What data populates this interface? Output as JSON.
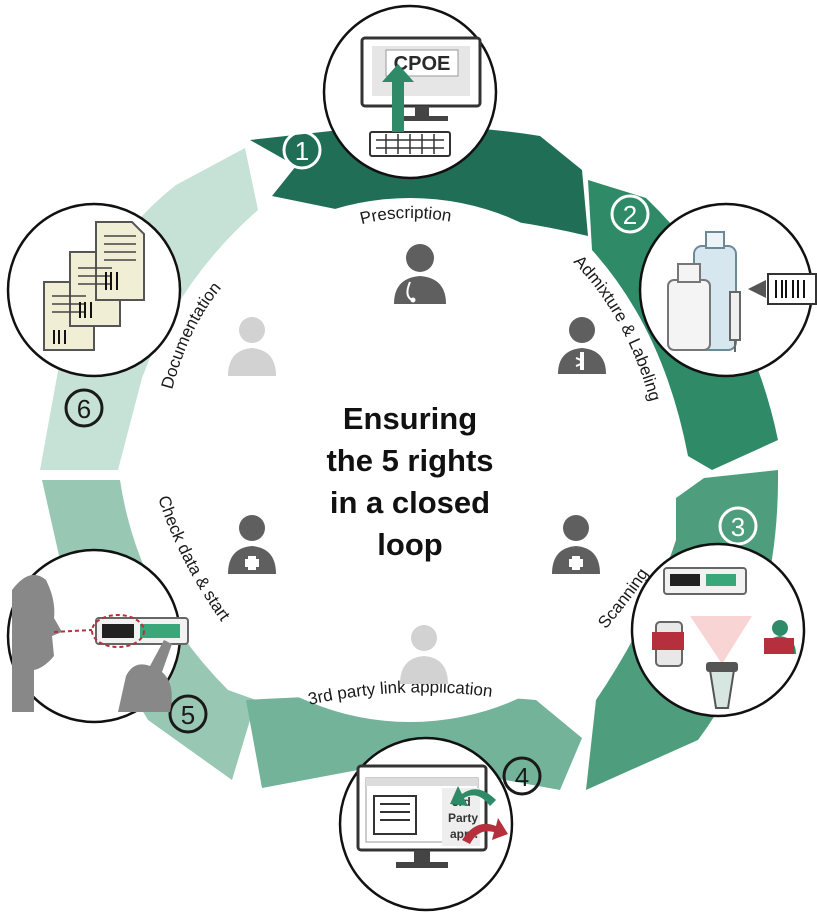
{
  "center_title": {
    "line1": "Ensuring",
    "line2": "the 5 rights",
    "line3": "in a closed",
    "line4": "loop"
  },
  "steps": [
    {
      "number": "1",
      "label": "Prescription"
    },
    {
      "number": "2",
      "label": "Admixture & Labeling"
    },
    {
      "number": "3",
      "label": "Scanning"
    },
    {
      "number": "4",
      "label": "3rd party link application"
    },
    {
      "number": "5",
      "label": "Check data & start"
    },
    {
      "number": "6",
      "label": "Documentation"
    }
  ],
  "icons": {
    "cpoe": {
      "label": "CPOE"
    },
    "third_party": {
      "line1": "3rd",
      "line2": "Party",
      "line3": "appl."
    }
  },
  "colors": {
    "step1": "#1f6e55",
    "step2": "#2f8a68",
    "step3": "#4e9e7e",
    "step4": "#73b39a",
    "step5": "#98c8b3",
    "step6": "#c6e1d5",
    "person_dark": "#5f5f5f",
    "person_light": "#d2d2d2"
  }
}
